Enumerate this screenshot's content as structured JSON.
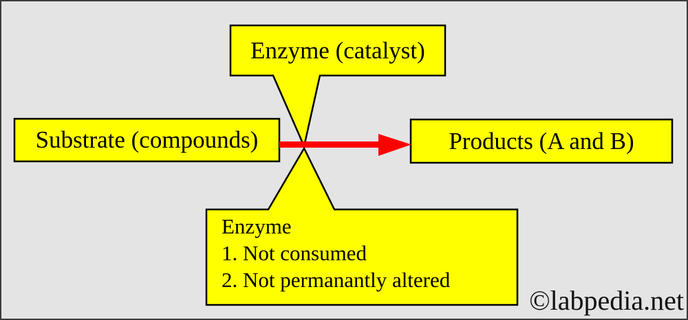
{
  "diagram": {
    "type": "enzyme-reaction-flowchart",
    "title_callout": {
      "label": "Enzyme (catalyst)"
    },
    "substrate_box": {
      "label": "Substrate (compounds)"
    },
    "products_box": {
      "label": "Products (A and B)"
    },
    "enzyme_note_callout": {
      "line1": "Enzyme",
      "line2": "1. Not consumed",
      "line3": "2. Not permanantly altered"
    },
    "arrow": {
      "meaning": "reaction: substrate converted to products",
      "direction": "right"
    },
    "watermark": "©labpedia.net",
    "colors": {
      "callout_fill": "#ffff00",
      "callout_border": "#000000",
      "arrow": "#ff0000",
      "background": "#e4e4e4",
      "outer_border": "#3c3c3c",
      "text": "#000000"
    }
  }
}
